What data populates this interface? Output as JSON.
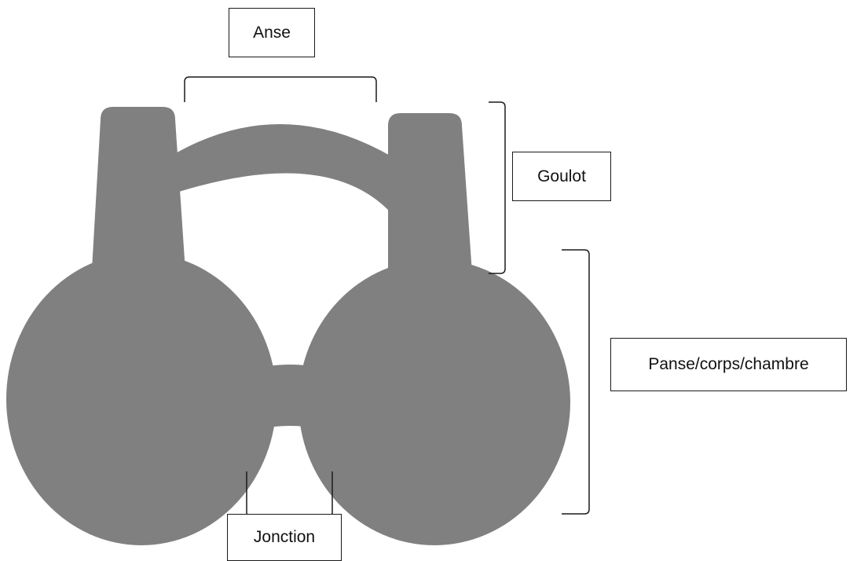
{
  "colors": {
    "vessel_fill": "#808080",
    "bracket_stroke": "#1a1a1a",
    "label_border": "#1a1a1a",
    "background": "#ffffff"
  },
  "labels": {
    "anse": "Anse",
    "goulot": "Goulot",
    "panse": "Panse/corps/chambre",
    "jonction": "Jonction"
  }
}
